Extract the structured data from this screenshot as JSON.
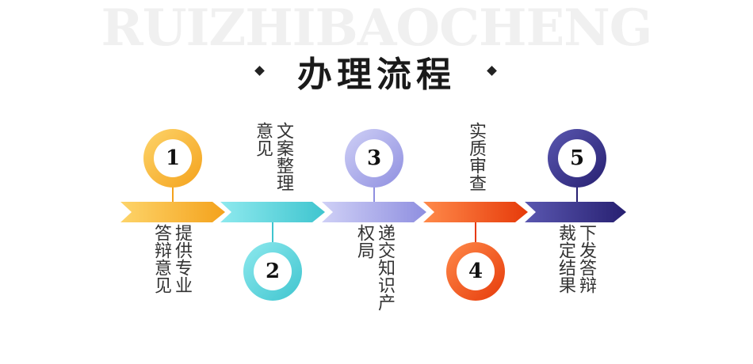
{
  "watermark": "RUIZHIBAOCHENG",
  "title": "办理流程",
  "steps": [
    {
      "number": "1",
      "text": "提供专业答辩意见",
      "color_light": "#fdd46a",
      "color_dark": "#f4a21c"
    },
    {
      "number": "2",
      "text": "文案整理意见",
      "color_light": "#8ee9ee",
      "color_dark": "#3fc5cf"
    },
    {
      "number": "3",
      "text": "递交知识产权局",
      "color_light": "#cfd0f6",
      "color_dark": "#8f8fe0"
    },
    {
      "number": "4",
      "text": "实质审查",
      "color_light": "#ff8a4a",
      "color_dark": "#e63a0a"
    },
    {
      "number": "5",
      "text": "下发答辩裁定结果",
      "color_light": "#5a57b0",
      "color_dark": "#272071"
    }
  ]
}
